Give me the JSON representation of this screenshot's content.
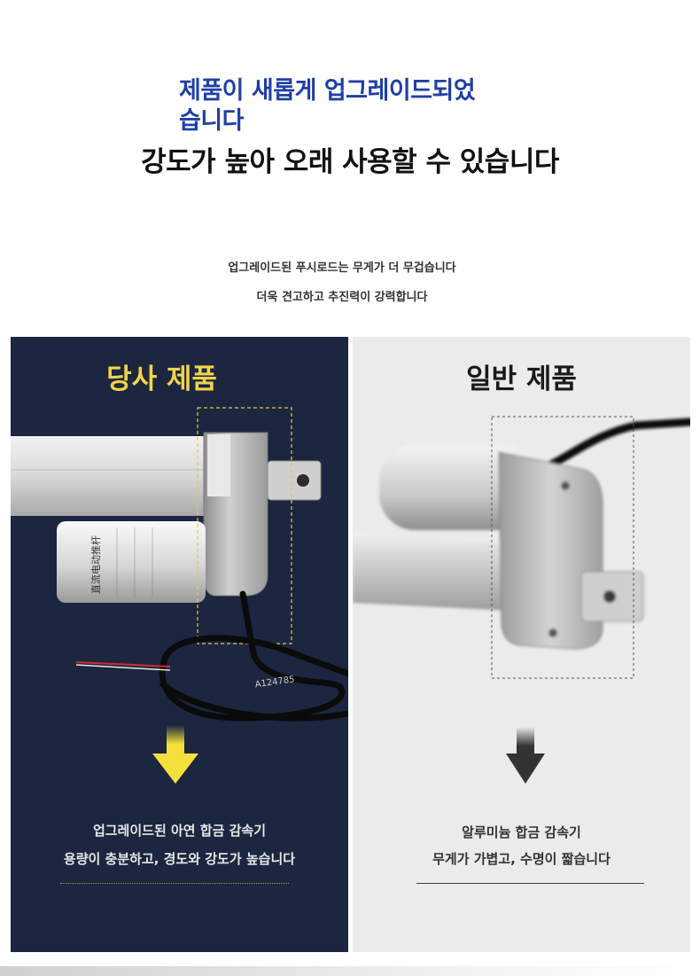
{
  "headline": {
    "blue_line1": "제품이 새롭게 업그레이드되었",
    "blue_line2": "습니다",
    "black_line": "강도가 높아 오래 사용할 수 있습니다"
  },
  "subtitle": {
    "line1": "업그레이드된 푸시로드는 무게가 더 무겁습니다",
    "line2": "더욱 견고하고 추진력이 강력합니다"
  },
  "ours": {
    "title": "당사 제품",
    "caption1": "업그레이드된 아연 합금 감속기",
    "caption2": "용량이 충분하고, 경도와 강도가 높습니다",
    "motor_label": "直流电动推杆",
    "cable_print": "A124785",
    "colors": {
      "background": "#1c2640",
      "title": "#f2d34a",
      "arrow": "#f4e03a"
    }
  },
  "generic": {
    "title": "일반 제품",
    "caption1": "알루미늄 합금 감속기",
    "caption2": "무게가 가볍고, 수명이 짧습니다",
    "colors": {
      "background": "#ebebeb",
      "arrow": "#333333"
    }
  }
}
